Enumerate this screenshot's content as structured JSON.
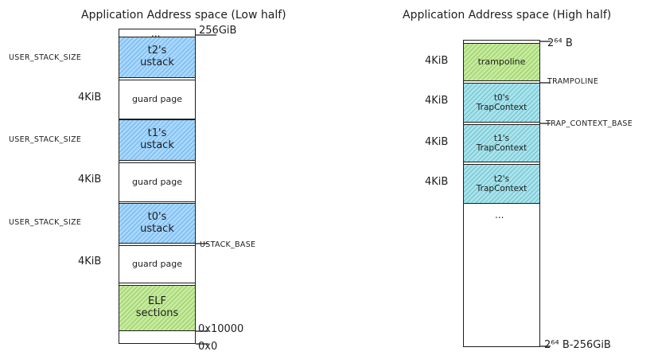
{
  "left": {
    "title": "Application Address space (Low half)",
    "top_dots": "...",
    "addr_top": "256GiB",
    "addr_elf": "0x10000",
    "addr_zero": "0x0",
    "ustack_base_label": "USTACK_BASE",
    "blocks": [
      {
        "label": "t2's\nustack",
        "size_label": "USER_STACK_SIZE",
        "color": "#a5d8ff"
      },
      {
        "label": "guard page",
        "size_label": "4KiB",
        "color": "#ffffff"
      },
      {
        "label": "t1's\nustack",
        "size_label": "USER_STACK_SIZE",
        "color": "#a5d8ff"
      },
      {
        "label": "guard page",
        "size_label": "4KiB",
        "color": "#ffffff"
      },
      {
        "label": "t0's\nustack",
        "size_label": "USER_STACK_SIZE",
        "color": "#a5d8ff"
      },
      {
        "label": "guard page",
        "size_label": "4KiB",
        "color": "#ffffff"
      },
      {
        "label": "ELF\nsections",
        "size_label": "",
        "color": "#c5eb9d"
      }
    ]
  },
  "right": {
    "title": "Application Address space (High half)",
    "addr_top": "2⁶⁴ B",
    "addr_bottom": "2⁶⁴ B-256GiB",
    "trampoline_addr_label": "TRAMPOLINE",
    "trap_context_base_label": "TRAP_CONTEXT_BASE",
    "dots": "...",
    "blocks": [
      {
        "label": "trampoline",
        "size_label": "4KiB",
        "color": "#c5eb9d"
      },
      {
        "label": "t0's\nTrapContext",
        "size_label": "4KiB",
        "color": "#a9e3eb"
      },
      {
        "label": "t1's\nTrapContext",
        "size_label": "4KiB",
        "color": "#a9e3eb"
      },
      {
        "label": "t2's\nTrapContext",
        "size_label": "4KiB",
        "color": "#a9e3eb"
      }
    ]
  }
}
